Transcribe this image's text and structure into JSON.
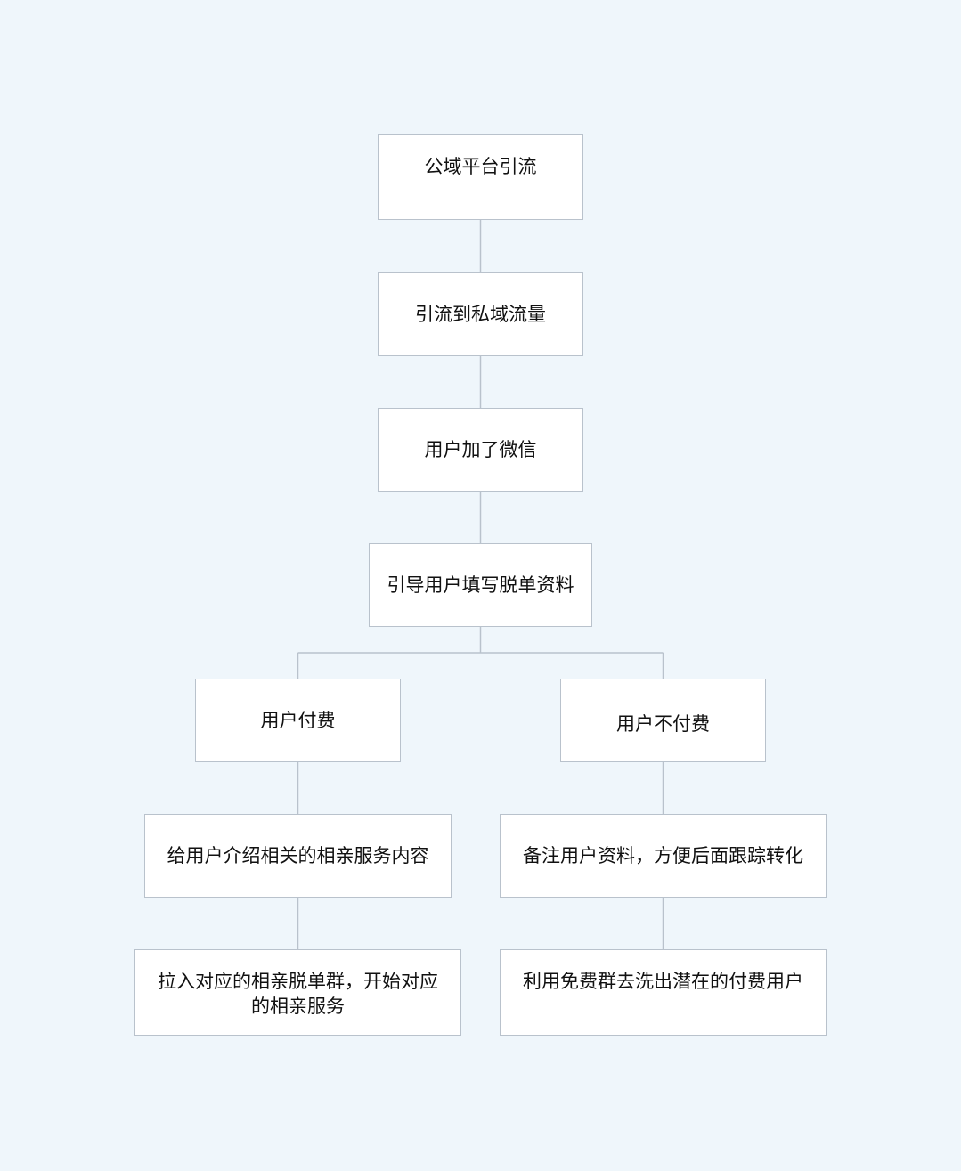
{
  "colors": {
    "background": "#eff6fb",
    "node_fill": "#ffffff",
    "node_border": "#b9c2cc",
    "connector": "#b9c2cc",
    "text": "#111111"
  },
  "nodes": {
    "n1": "公域平台引流",
    "n2": "引流到私域流量",
    "n3": "用户加了微信",
    "n4": "引导用户填写脱单资料",
    "n5": "用户付费",
    "n6": "用户不付费",
    "n7": "给用户介绍相关的相亲服务内容",
    "n8": "备注用户资料，方便后面跟踪转化",
    "n9_line1": "拉入对应的相亲脱单群，开始对应",
    "n9_line2": "的相亲服务",
    "n10": "利用免费群去洗出潜在的付费用户"
  }
}
